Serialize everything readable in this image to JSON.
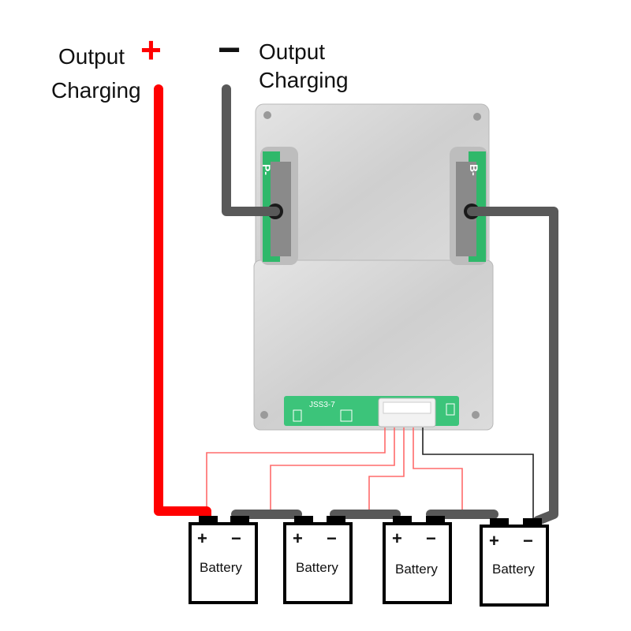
{
  "labels": {
    "positive_symbol": "+",
    "positive_line1": "Output",
    "positive_line2": "Charging",
    "negative_symbol": "−",
    "negative_line1": "Output",
    "negative_line2": "Charging"
  },
  "board": {
    "pad_left": "P-",
    "pad_right": "B-",
    "header_text": "JSS3-7"
  },
  "batteries": [
    {
      "label": "Battery",
      "plus": "+",
      "minus": "−"
    },
    {
      "label": "Battery",
      "plus": "+",
      "minus": "−"
    },
    {
      "label": "Battery",
      "plus": "+",
      "minus": "−"
    },
    {
      "label": "Battery",
      "plus": "+",
      "minus": "−"
    }
  ],
  "colors": {
    "positive_wire": "#ff0000",
    "negative_wire": "#595959",
    "balance_wire_red": "#ff6b6b",
    "balance_wire_black": "#222222",
    "board_metal": "#d6d6d6",
    "pcb": "#3cc47a"
  }
}
